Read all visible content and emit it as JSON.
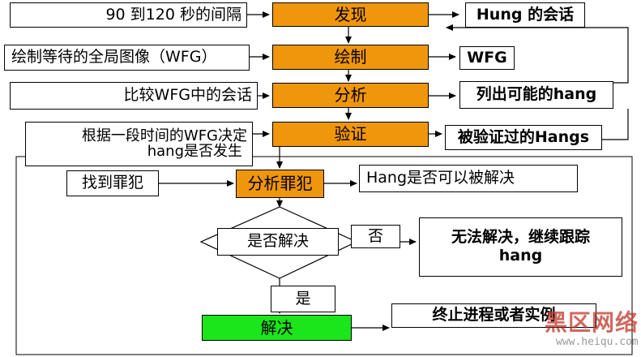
{
  "nodes": {
    "interval": "90 到120 秒的间隔",
    "discover": "发现",
    "hung_sessions": "Hung 的会话",
    "draw_desc": "绘制等待的全局图像（WFG）",
    "draw": "绘制",
    "wfg": "WFG",
    "compare_desc": "比较WFG中的会话",
    "analyze": "分析",
    "list_hangs": "列出可能的hang",
    "decide_line1": "根据一段时间的WFG决定",
    "decide_line2": "hang是否发生",
    "verify": "验证",
    "verified_hangs": "被验证过的Hangs",
    "find_culprit": "找到罪犯",
    "analyze_culprit": "分析罪犯",
    "resolvable_q": "Hang是否可以被解决",
    "is_resolved": "是否解决",
    "no_label": "否",
    "cannot_resolve_line1": "无法解决，继续跟踪",
    "cannot_resolve_line2": "hang",
    "yes_label": "是",
    "resolve": "解决",
    "terminate": "终止进程或者实例"
  },
  "watermark": {
    "logo_text": "黑区网络",
    "url": "www.heiqu.com"
  },
  "colors": {
    "process_orange": "#f0960c",
    "resolve_green": "#1be61b",
    "watermark_red": "#c0392b"
  }
}
